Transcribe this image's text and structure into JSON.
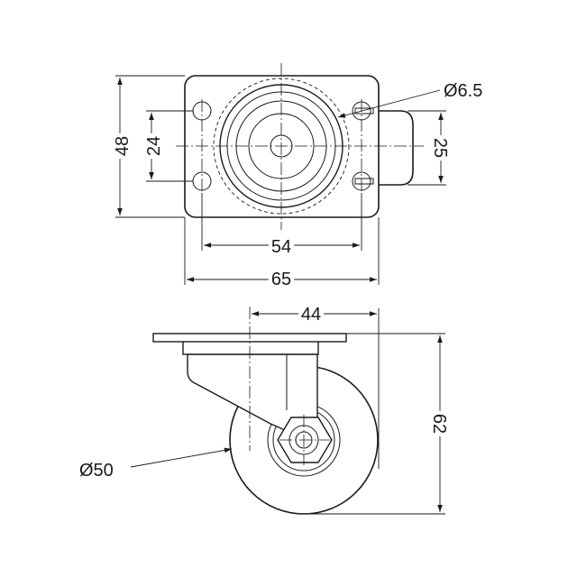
{
  "dimensions": {
    "plate_height": "48",
    "hole_spacing_vertical": "24",
    "bolt_hole_diameter": "Ø6.5",
    "brake_height": "25",
    "hole_spacing_horizontal": "54",
    "plate_width": "65",
    "swivel_offset": "44",
    "wheel_diameter": "Ø50",
    "overall_height": "62"
  }
}
